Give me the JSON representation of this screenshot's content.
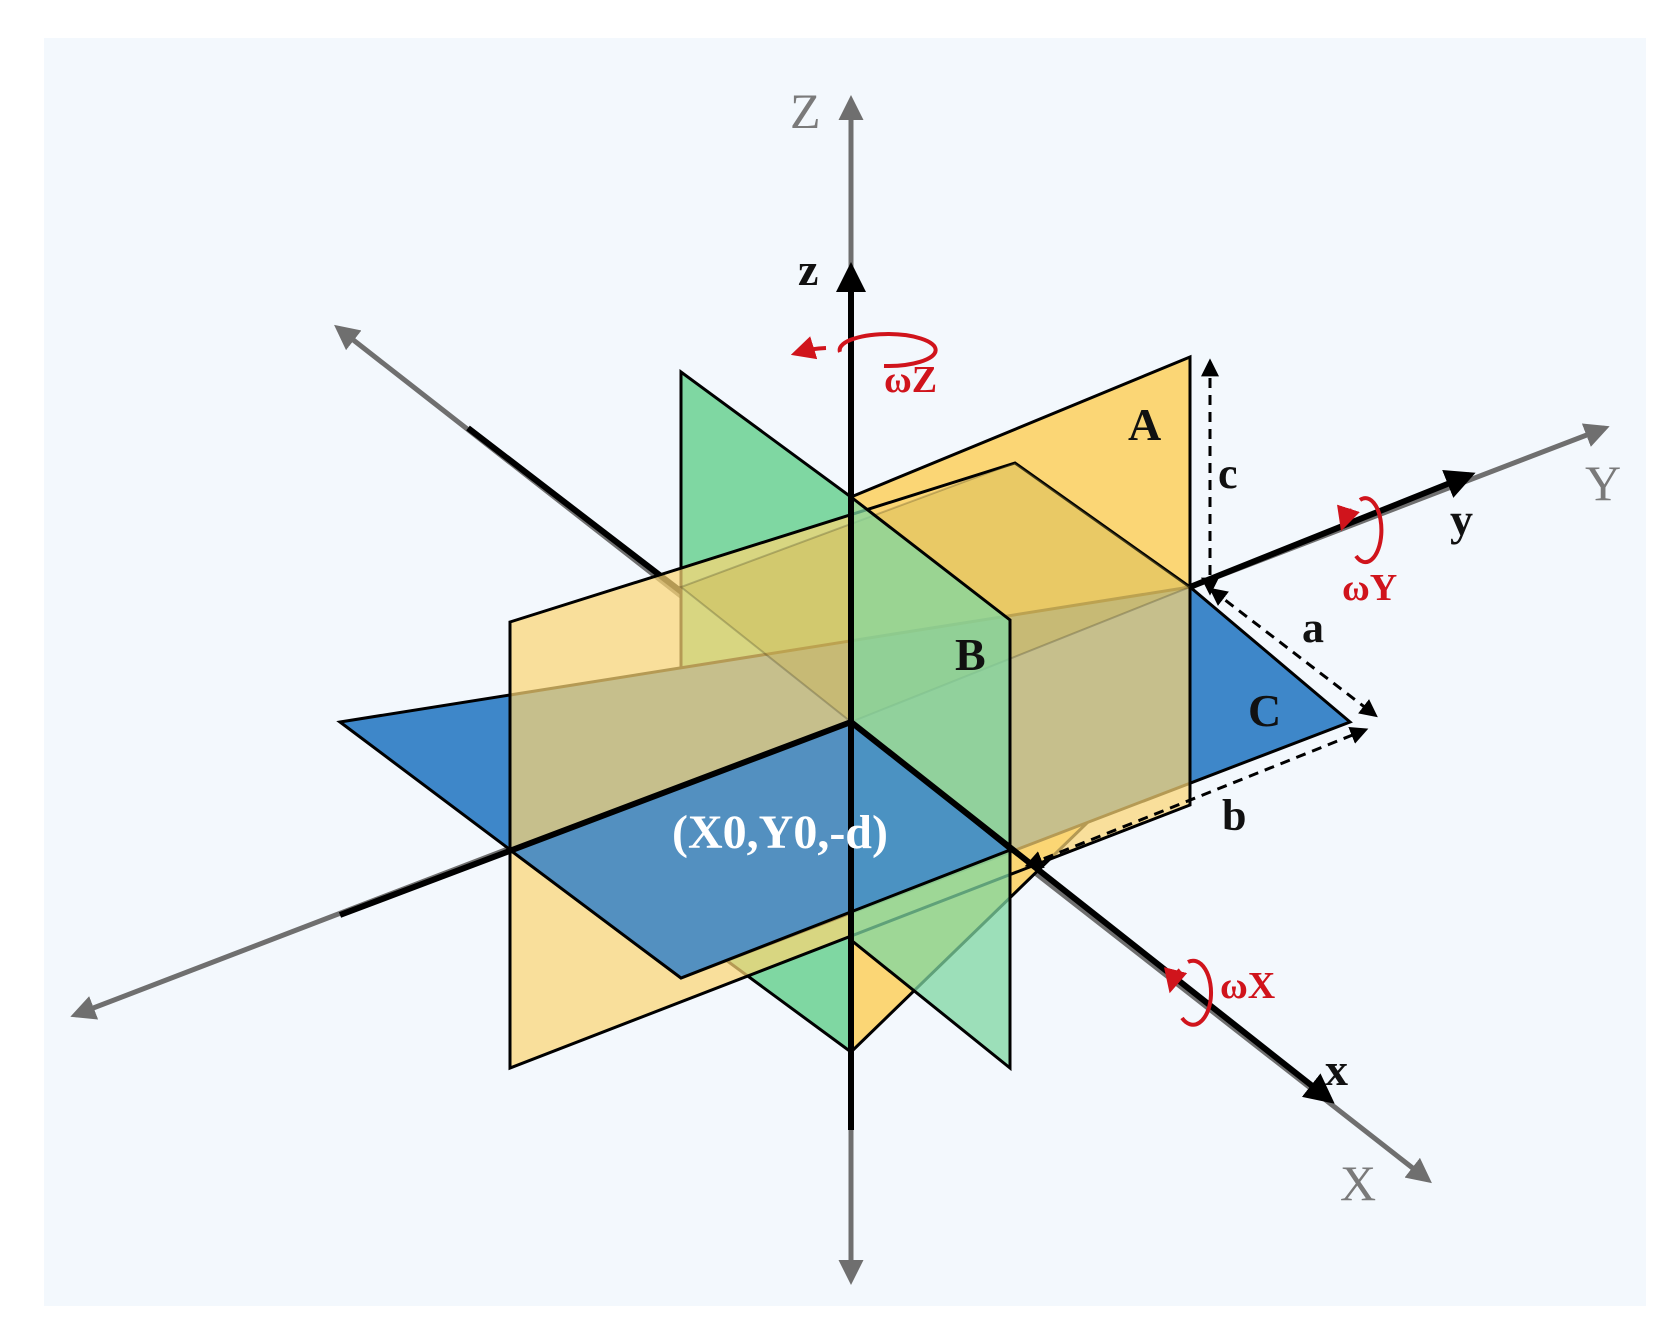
{
  "labels": {
    "axis_Z": "Z",
    "axis_Y": "Y",
    "axis_X": "X",
    "axis_z": "z",
    "axis_y": "y",
    "axis_x": "x",
    "plane_A": "A",
    "plane_B": "B",
    "plane_C": "C",
    "dim_a": "a",
    "dim_b": "b",
    "dim_c": "c",
    "omega_Z": "ωZ",
    "omega_Y": "ωY",
    "omega_X": "ωX",
    "origin": "(X0,Y0,-d)"
  },
  "colors": {
    "background": "#f3f8fd",
    "plane_A": "#fbd675",
    "plane_B": "#7fd7a2",
    "plane_C": "#3e87c9",
    "global_axis": "#6f6f6f",
    "local_axis": "#000000",
    "rotation": "#d0141c"
  }
}
